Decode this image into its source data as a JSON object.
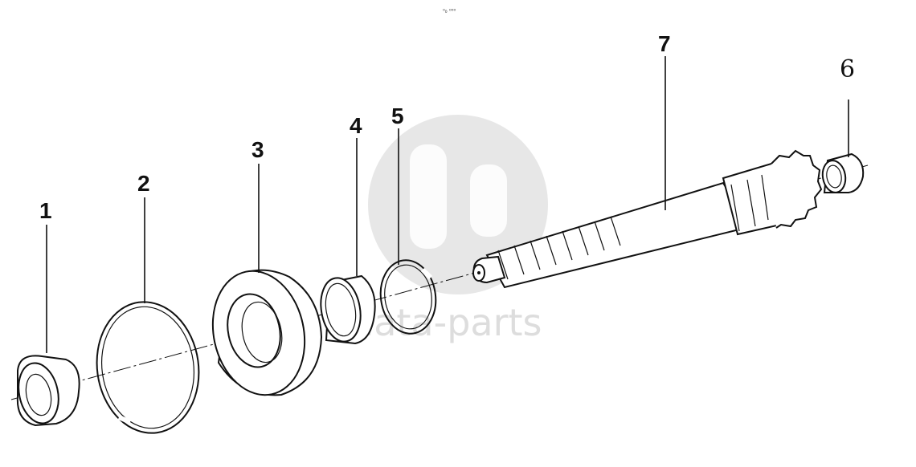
{
  "header": {
    "mark": "⁰₀ ⁰⁰⁰"
  },
  "watermark": {
    "text": "data-parts",
    "color": "#cfcfcf"
  },
  "callouts": [
    {
      "id": "1",
      "label": "1"
    },
    {
      "id": "2",
      "label": "2"
    },
    {
      "id": "3",
      "label": "3"
    },
    {
      "id": "4",
      "label": "4"
    },
    {
      "id": "5",
      "label": "5"
    },
    {
      "id": "6",
      "label": "6"
    },
    {
      "id": "7",
      "label": "7"
    }
  ],
  "colors": {
    "ink": "#111111",
    "background": "#ffffff"
  }
}
